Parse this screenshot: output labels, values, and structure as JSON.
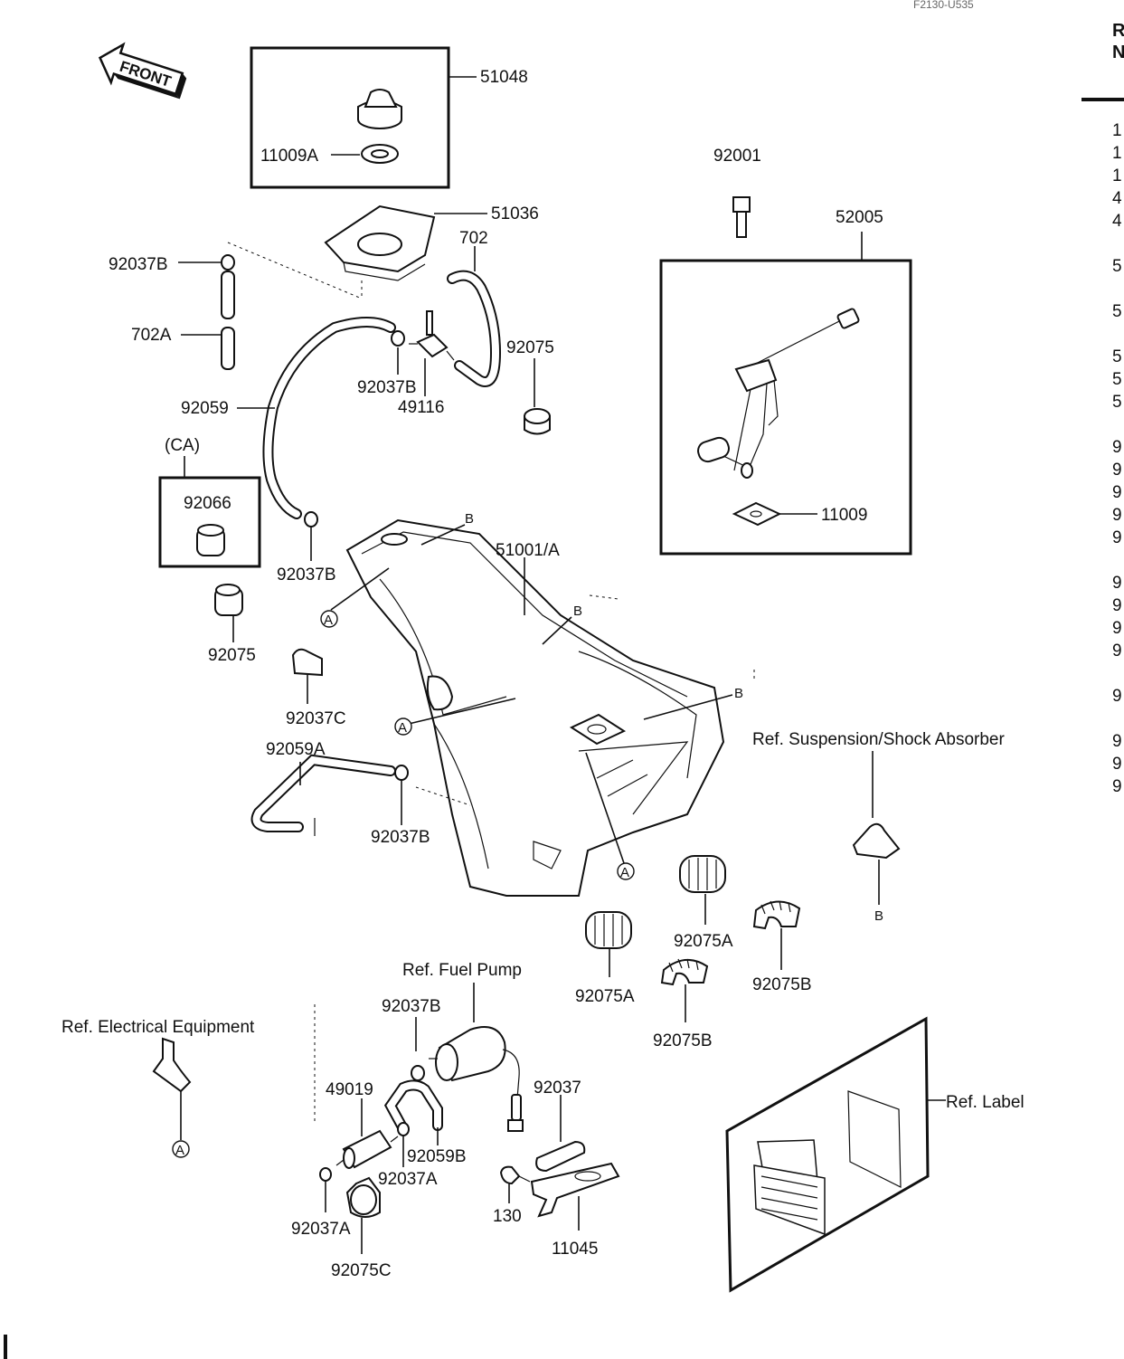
{
  "header": {
    "code": "F2130-U535"
  },
  "right_column": {
    "heading_lines": [
      "R",
      "N"
    ],
    "digits": [
      "1",
      "1",
      "1",
      "4",
      "4",
      "5",
      "5",
      "5",
      "5",
      "5",
      "9",
      "9",
      "9",
      "9",
      "9",
      "9",
      "9",
      "9",
      "9",
      "9",
      "9",
      "9",
      "9"
    ]
  },
  "front_arrow": {
    "label": "FRONT"
  },
  "parts": {
    "p51048": "51048",
    "p11009A": "11009A",
    "p51036": "51036",
    "p702": "702",
    "p92037B_1": "92037B",
    "p702A": "702A",
    "p92037B_2": "92037B",
    "p49116": "49116",
    "p92075_1": "92075",
    "p92059": "92059",
    "p92001": "92001",
    "p52005": "52005",
    "p11009": "11009",
    "pCA": "(CA)",
    "p92066": "92066",
    "p92037B_3": "92037B",
    "p51001A": "51001/A",
    "p92075_2": "92075",
    "p92037C": "92037C",
    "p92059A": "92059A",
    "p92037B_4": "92037B",
    "p92075A_1": "92075A",
    "p92075A_2": "92075A",
    "p92075B_1": "92075B",
    "p92075B_2": "92075B",
    "p92037B_5": "92037B",
    "p49019": "49019",
    "p92059B": "92059B",
    "p92037A_1": "92037A",
    "p92037": "92037",
    "p130": "130",
    "p11045": "11045",
    "p92037A_2": "92037A",
    "p92075C": "92075C"
  },
  "references": {
    "suspension": "Ref. Suspension/Shock Absorber",
    "fuel_pump": "Ref. Fuel Pump",
    "electrical": "Ref. Electrical Equipment",
    "label": "Ref. Label"
  },
  "markers": {
    "A": "A",
    "B": "B"
  }
}
